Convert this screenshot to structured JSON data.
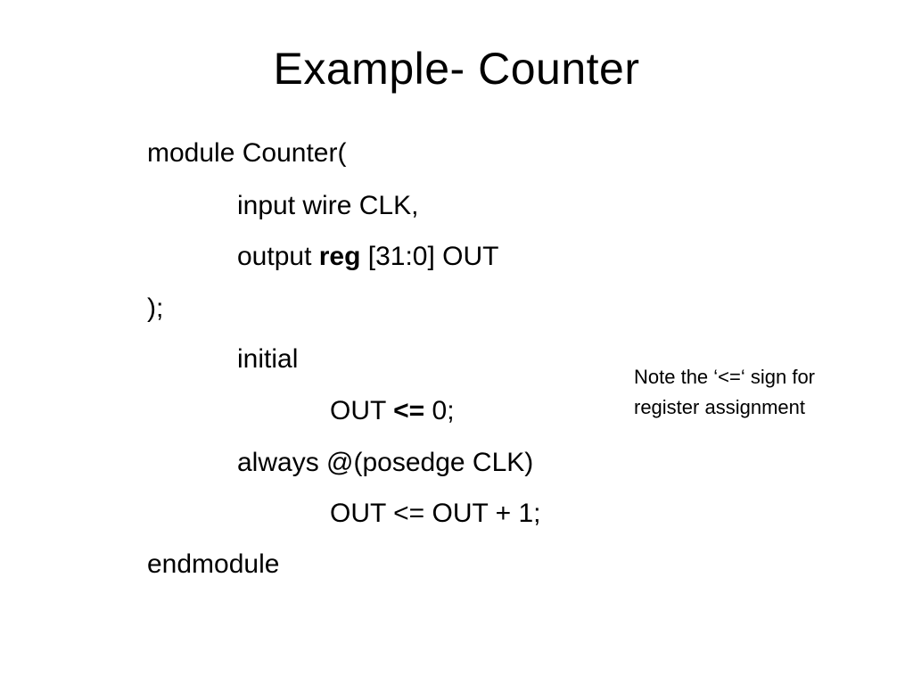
{
  "slide": {
    "title": "Example- Counter"
  },
  "code": {
    "line1": "module Counter(",
    "line2": "input wire CLK,",
    "line3_pre": "output ",
    "line3_bold": "reg",
    "line3_post": " [31:0] OUT",
    "line4": ");",
    "line5": "initial",
    "line6_pre": "OUT ",
    "line6_bold": "<=",
    "line6_post": " 0;",
    "line7": "always @(posedge CLK)",
    "line8": "OUT <= OUT + 1;",
    "line9": "endmodule"
  },
  "note": {
    "line1": "Note the ‘<=‘ sign for",
    "line2": "register assignment"
  }
}
